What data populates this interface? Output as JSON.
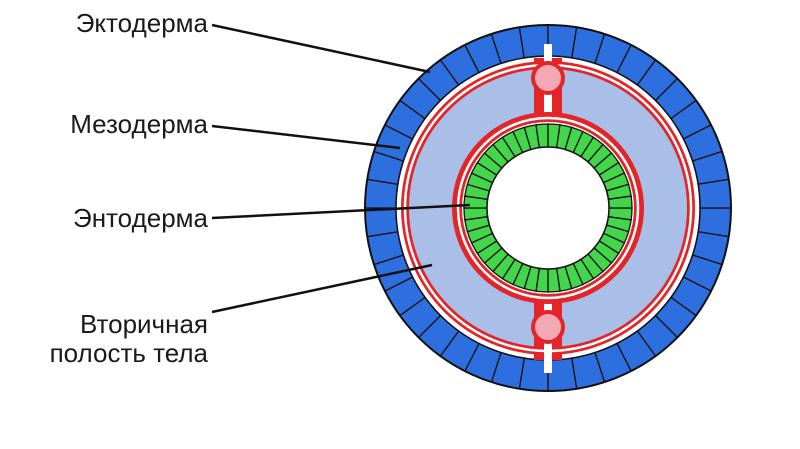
{
  "labels": {
    "ectoderm": "Эктодерма",
    "mesoderm": "Мезодерма",
    "endoderm": "Энтодерма",
    "cavity_line1": "Вторичная",
    "cavity_line2": "полость тела"
  },
  "colors": {
    "ectoderm": "#2e6fe0",
    "mesoderm_layer": "#e3252a",
    "coelom": "#a9bfe8",
    "endoderm": "#44d64a",
    "vessel": "#f3a8b3",
    "outline": "#111111"
  }
}
